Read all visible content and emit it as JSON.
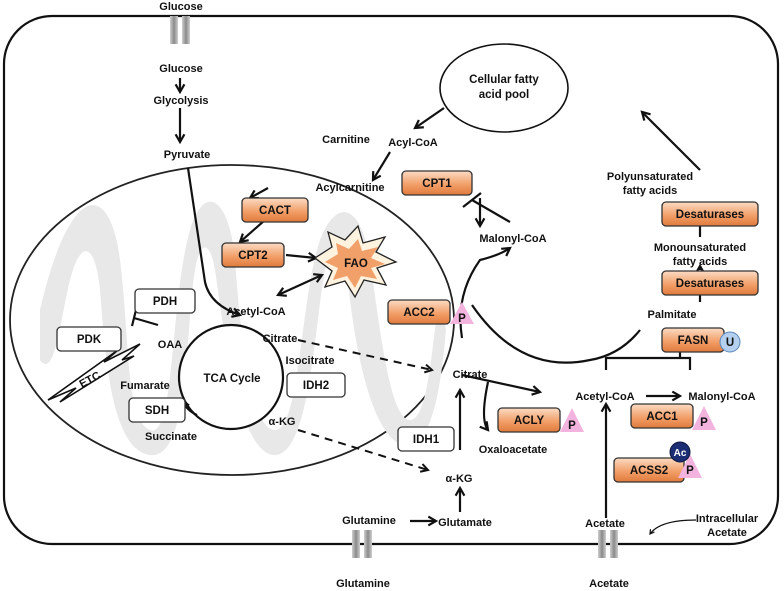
{
  "metabolites": {
    "glucose_out": "Glucose",
    "glucose_in": "Glucose",
    "glycolysis": "Glycolysis",
    "pyruvate": "Pyruvate",
    "fatty_pool": [
      "Cellular fatty",
      "acid pool"
    ],
    "carnitine": "Carnitine",
    "acyl_coa": "Acyl-CoA",
    "acylcarnitine": "Acylcarnitine",
    "malonyl_coa_top": "Malonyl-CoA",
    "acetyl_coa_mito": "Acetyl-CoA",
    "oaa": "OAA",
    "citrate_mito": "Citrate",
    "isocitrate": "Isocitrate",
    "fumarate": "Fumarate",
    "succinate": "Succinate",
    "akg_mito": "α-KG",
    "tca_cycle": "TCA Cycle",
    "citrate_cyto": "Citrate",
    "oxaloacetate": "Oxaloacetate",
    "acetyl_coa_cyto": "Acetyl-CoA",
    "malonyl_coa_right": "Malonyl-CoA",
    "akg_cyto": "α-KG",
    "glutamate": "Glutamate",
    "glutamine_in": "Glutamine",
    "glutamine_out": "Glutamine",
    "acetate_in": "Acetate",
    "acetate_out": "Acetate",
    "intracellular_acetate": [
      "Intracellular",
      "Acetate"
    ],
    "palmitate": "Palmitate",
    "mufa": [
      "Monounsaturated",
      "fatty acids"
    ],
    "pufa": [
      "Polyunsaturated",
      "fatty acids"
    ]
  },
  "enzymes": {
    "cpt1": "CPT1",
    "cact": "CACT",
    "cpt2": "CPT2",
    "fao": "FAO",
    "acc2": "ACC2",
    "pdh": "PDH",
    "pdk": "PDK",
    "etc": "ETC",
    "idh2": "IDH2",
    "sdh": "SDH",
    "idh1": "IDH1",
    "acly": "ACLY",
    "acc1": "ACC1",
    "acss2": "ACSS2",
    "fasn": "FASN",
    "desaturases_1": "Desaturases",
    "desaturases_2": "Desaturases"
  },
  "modifications": {
    "phospho": "P",
    "ubiquitin": "U",
    "acetyl": "Ac"
  },
  "colors": {
    "enzyme_fill_light": "#f8c9a3",
    "enzyme_fill_dark": "#e07a3c",
    "phospho_triangle": "#f2b4de",
    "ubiquitin_circle": "#b5d0ee",
    "acetyl_circle": "#1c2e73",
    "mito_fill": "#e8e8e8",
    "transporter": "#a0a0a0"
  },
  "icons": {
    "fao": "explosion-burst-icon",
    "etc": "lightning-bolt-icon",
    "transporter": "membrane-transporter-icon"
  }
}
